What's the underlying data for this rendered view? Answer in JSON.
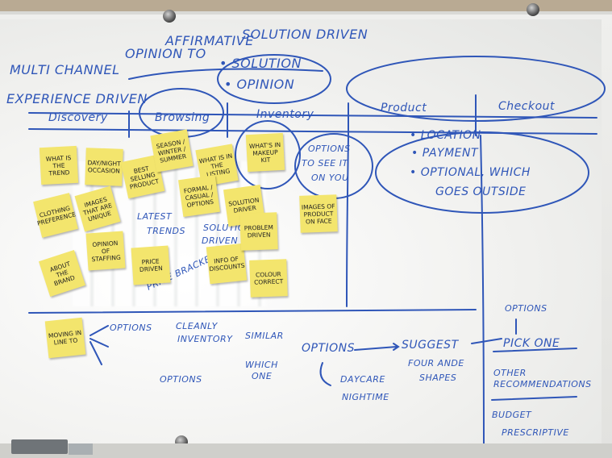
{
  "board": {
    "header_lines": [
      "MULTI CHANNEL",
      "OPINION TO",
      "AFFIRMATIVE",
      "SOLUTION DRIVEN",
      "EXPERIENCE DRIVEN",
      "• SOLUTION",
      "• OPINION"
    ],
    "columns": [
      "Discovery",
      "Browsing",
      "Inventory",
      "Product",
      "Checkout"
    ],
    "checkout_bubble": [
      "• LOCATION",
      "• PAYMENT",
      "• OPTIONAL, WHICH",
      "GOES OUTSIDE"
    ],
    "options_bubble": [
      "OPTIONS",
      "TO SEE IT",
      "ON YOU"
    ],
    "flow": [
      "OPTIONS",
      "CLEANLY",
      "INVENTORY",
      "SIMILAR",
      "OPTIONS",
      "SUGGEST",
      "FOUR ANDE",
      "SHAPES",
      "OPTIONS",
      "PICK ONE",
      "OTHER",
      "RECOMMENDATIONS",
      "BUDGET",
      "PRESCRIPTIVE",
      "DAYCARE",
      "NIGHTIME",
      "WHICH",
      "ONE",
      "OPTIONS",
      "LATEST",
      "TRENDS",
      "SOLUTION",
      "DRIVEN",
      "PRICE BRACKET"
    ],
    "notes": [
      {
        "text": "WHAT IS THE TREND"
      },
      {
        "text": "DAY/NIGHT OCCASION"
      },
      {
        "text": "BEST SELLING PRODUCT"
      },
      {
        "text": "SEASON / WINTER / SUMMER"
      },
      {
        "text": "WHAT IS IN THE LISTING"
      },
      {
        "text": "WHAT'S IN MAKEUP KIT"
      },
      {
        "text": "CLOTHING PREFERENCE"
      },
      {
        "text": "IMAGES THAT ARE UNIQUE"
      },
      {
        "text": "FORMAL / CASUAL / OPTIONS"
      },
      {
        "text": "SOLUTION DRIVER"
      },
      {
        "text": "IMAGES OF PRODUCT ON FACE"
      },
      {
        "text": "OPINION OF STAFFING"
      },
      {
        "text": "ABOUT THE BRAND"
      },
      {
        "text": "PRICE DRIVEN"
      },
      {
        "text": "INFO OF DISCOUNTS"
      },
      {
        "text": "PROBLEM DRIVEN"
      },
      {
        "text": "COLOUR CORRECT"
      },
      {
        "text": "MOVING IN LINE TO"
      }
    ]
  }
}
